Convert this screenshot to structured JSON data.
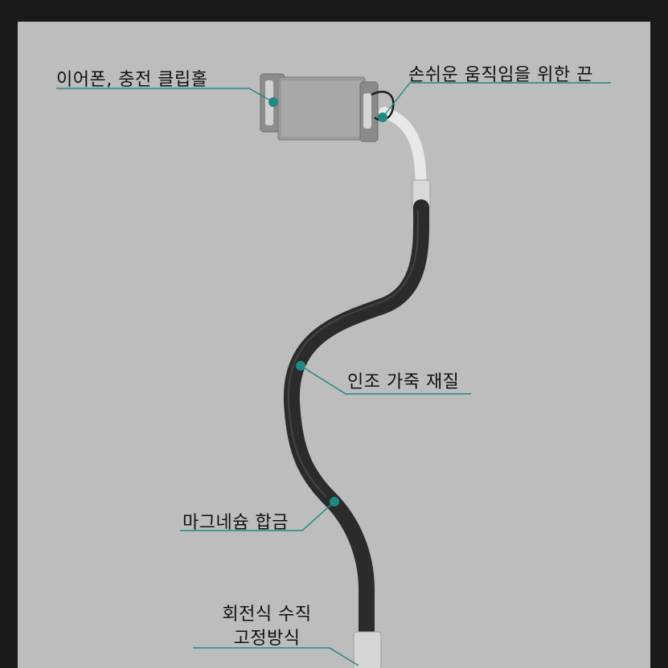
{
  "colors": {
    "background_outer": "#1a1a1a",
    "background_panel": "#bdbdbd",
    "accent_teal": "#1e8a83",
    "gooseneck": "#2a2a2a",
    "holder": "#8f8f8f"
  },
  "callouts": {
    "clip_holes": "이어폰, 충전 클립홀",
    "strap": "손쉬운 움직임을 위한 끈",
    "leather": "인조 가죽 재질",
    "magnesium": "마그네슘 합금",
    "mount_line1": "회전식 수직",
    "mount_line2": "고정방식"
  }
}
